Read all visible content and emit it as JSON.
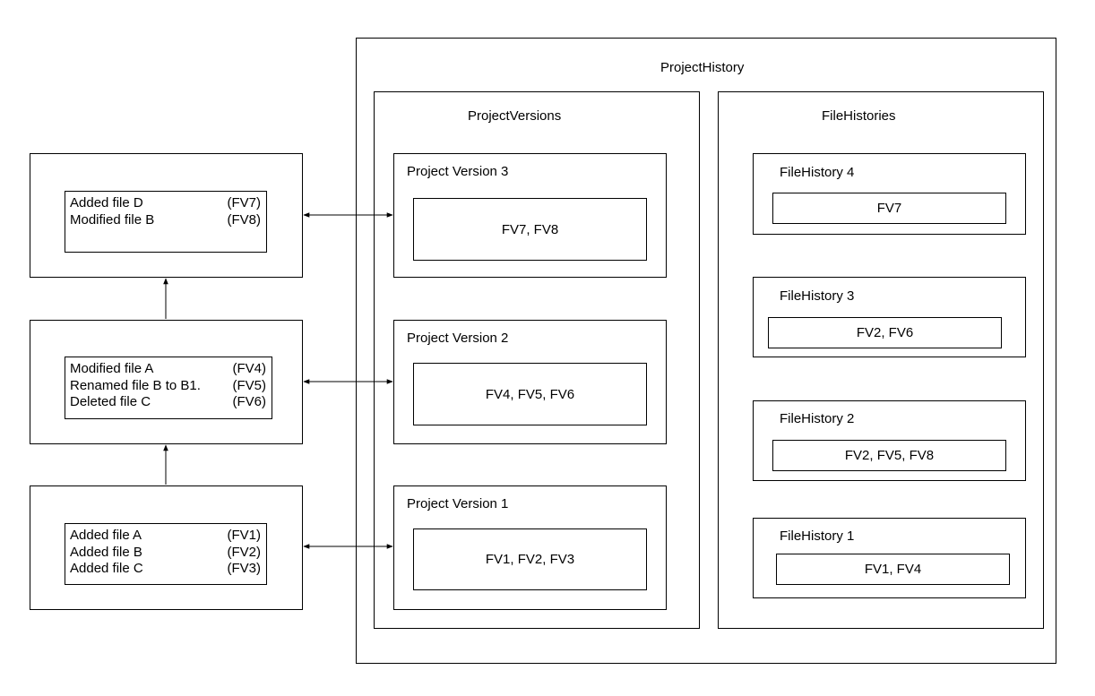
{
  "project_history": {
    "title": "ProjectHistory",
    "project_versions": {
      "title": "ProjectVersions",
      "versions": [
        {
          "label": "Project Version 3",
          "file_versions": "FV7, FV8"
        },
        {
          "label": "Project Version 2",
          "file_versions": "FV4, FV5, FV6"
        },
        {
          "label": "Project Version 1",
          "file_versions": "FV1, FV2, FV3"
        }
      ]
    },
    "file_histories": {
      "title": "FileHistories",
      "histories": [
        {
          "label": "FileHistory 4",
          "file_versions": "FV7"
        },
        {
          "label": "FileHistory 3",
          "file_versions": "FV2, FV6"
        },
        {
          "label": "FileHistory 2",
          "file_versions": "FV2, FV5, FV8"
        },
        {
          "label": "FileHistory 1",
          "file_versions": "FV1, FV4"
        }
      ]
    }
  },
  "changesets": [
    {
      "changes": [
        {
          "text": "Added file D",
          "fv": "(FV7)"
        },
        {
          "text": "Modified file B",
          "fv": "(FV8)"
        }
      ]
    },
    {
      "changes": [
        {
          "text": "Modified file A",
          "fv": "(FV4)"
        },
        {
          "text": "Renamed file B to B1.",
          "fv": "(FV5)"
        },
        {
          "text": "Deleted file C",
          "fv": "(FV6)"
        }
      ]
    },
    {
      "changes": [
        {
          "text": "Added file A",
          "fv": "(FV1)"
        },
        {
          "text": "Added file B",
          "fv": "(FV2)"
        },
        {
          "text": "Added file C",
          "fv": "(FV3)"
        }
      ]
    }
  ]
}
